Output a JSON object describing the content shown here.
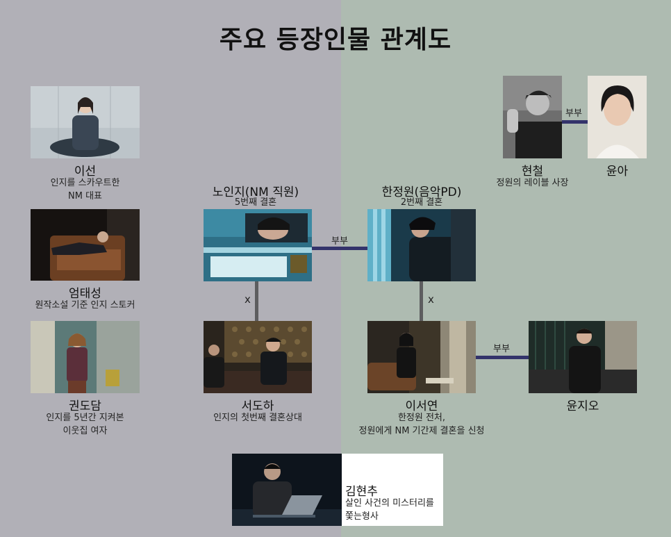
{
  "title": "주요 등장인물 관계도",
  "relations": {
    "spouse": "부부",
    "x": "x"
  },
  "characters": {
    "iseon": {
      "name": "이선",
      "desc1": "인지를 스카우트한",
      "desc2": "NM 대표"
    },
    "eomtaesung": {
      "name": "엄태성",
      "desc1": "원작소설 기준 인지 스토커"
    },
    "gwondodam": {
      "name": "권도담",
      "desc1": "인지를 5년간 지켜본",
      "desc2": "이웃집 여자"
    },
    "noinji": {
      "name": "노인지(NM 직원)",
      "desc1": "5번째 결혼"
    },
    "seodoha": {
      "name": "서도하",
      "desc1": "인지의 첫번째 결혼상대"
    },
    "hanjungwon": {
      "name": "한정원(음악PD)",
      "desc1": "2번째 결혼"
    },
    "iseoyeon": {
      "name": "이서연",
      "desc1": "한정원 전처,",
      "desc2": "정원에게 NM 기간제 결혼을 신청"
    },
    "hyeoncheol": {
      "name": "현철",
      "desc1": "정원의 레이블 사장"
    },
    "yuna": {
      "name": "윤아"
    },
    "yunjio": {
      "name": "윤지오"
    },
    "kimhyeonchu": {
      "name": "김현추",
      "desc1": "살인 사건의 미스터리를",
      "desc2": "쫓는형사"
    }
  }
}
